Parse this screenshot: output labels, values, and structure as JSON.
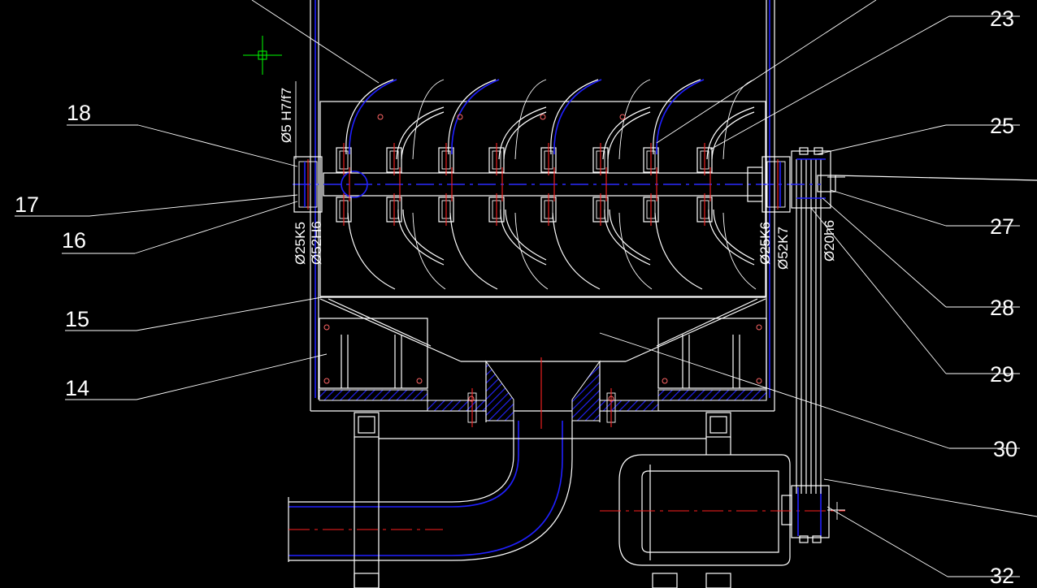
{
  "drawing": {
    "part_numbers": {
      "p14": "14",
      "p15": "15",
      "p16": "16",
      "p17": "17",
      "p18": "18",
      "p23": "23",
      "p25": "25",
      "p27": "27",
      "p28": "28",
      "p29": "29",
      "p30": "30",
      "p32": "32"
    },
    "tolerances": {
      "pin": "Ø5 H7/f7",
      "left_shaft": "Ø25K5",
      "left_housing": "Ø52H6",
      "right_shaft": "Ø25K6",
      "right_housing": "Ø52K7",
      "pulley_shaft": "Ø20h6"
    },
    "colors": {
      "background": "#000000",
      "outline": "#ffffff",
      "hidden_detail": "#2020ff",
      "center_line": "#ff2020",
      "cursor": "#00ff00"
    }
  }
}
